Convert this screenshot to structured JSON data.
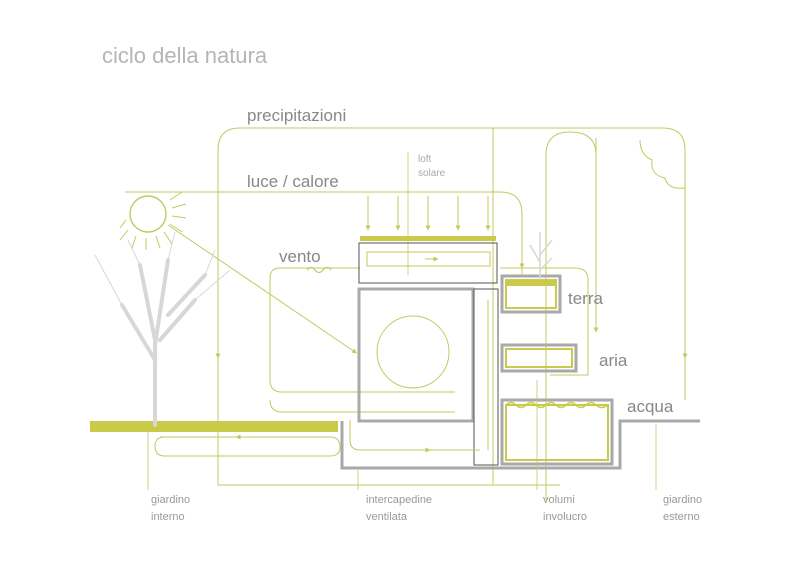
{
  "title": "ciclo della natura",
  "labels": {
    "precipitation": "precipitazioni",
    "light_heat": "luce / calore",
    "loft_line1": "loft",
    "loft_line2": "solare",
    "wind": "vento",
    "earth": "terra",
    "air": "aria",
    "water": "acqua"
  },
  "captions": {
    "inner_garden_1": "giardino",
    "inner_garden_2": "interno",
    "gap_1": "intercapedine",
    "gap_2": "ventilata",
    "volumes_1": "volumi",
    "volumes_2": "involucro",
    "outer_garden_1": "giardino",
    "outer_garden_2": "esterno"
  },
  "colors": {
    "accent_line": "#c3c95e",
    "accent_fill": "#c9c94a",
    "structure_gray": "#a9a9a9",
    "light_gray": "#d7d7d7",
    "text_gray": "#888888",
    "text_light": "#aaaaaa",
    "dark_frame": "#555555"
  },
  "icons": [
    "sun-icon",
    "tree-icon",
    "cloud-icon",
    "plant-icon"
  ]
}
